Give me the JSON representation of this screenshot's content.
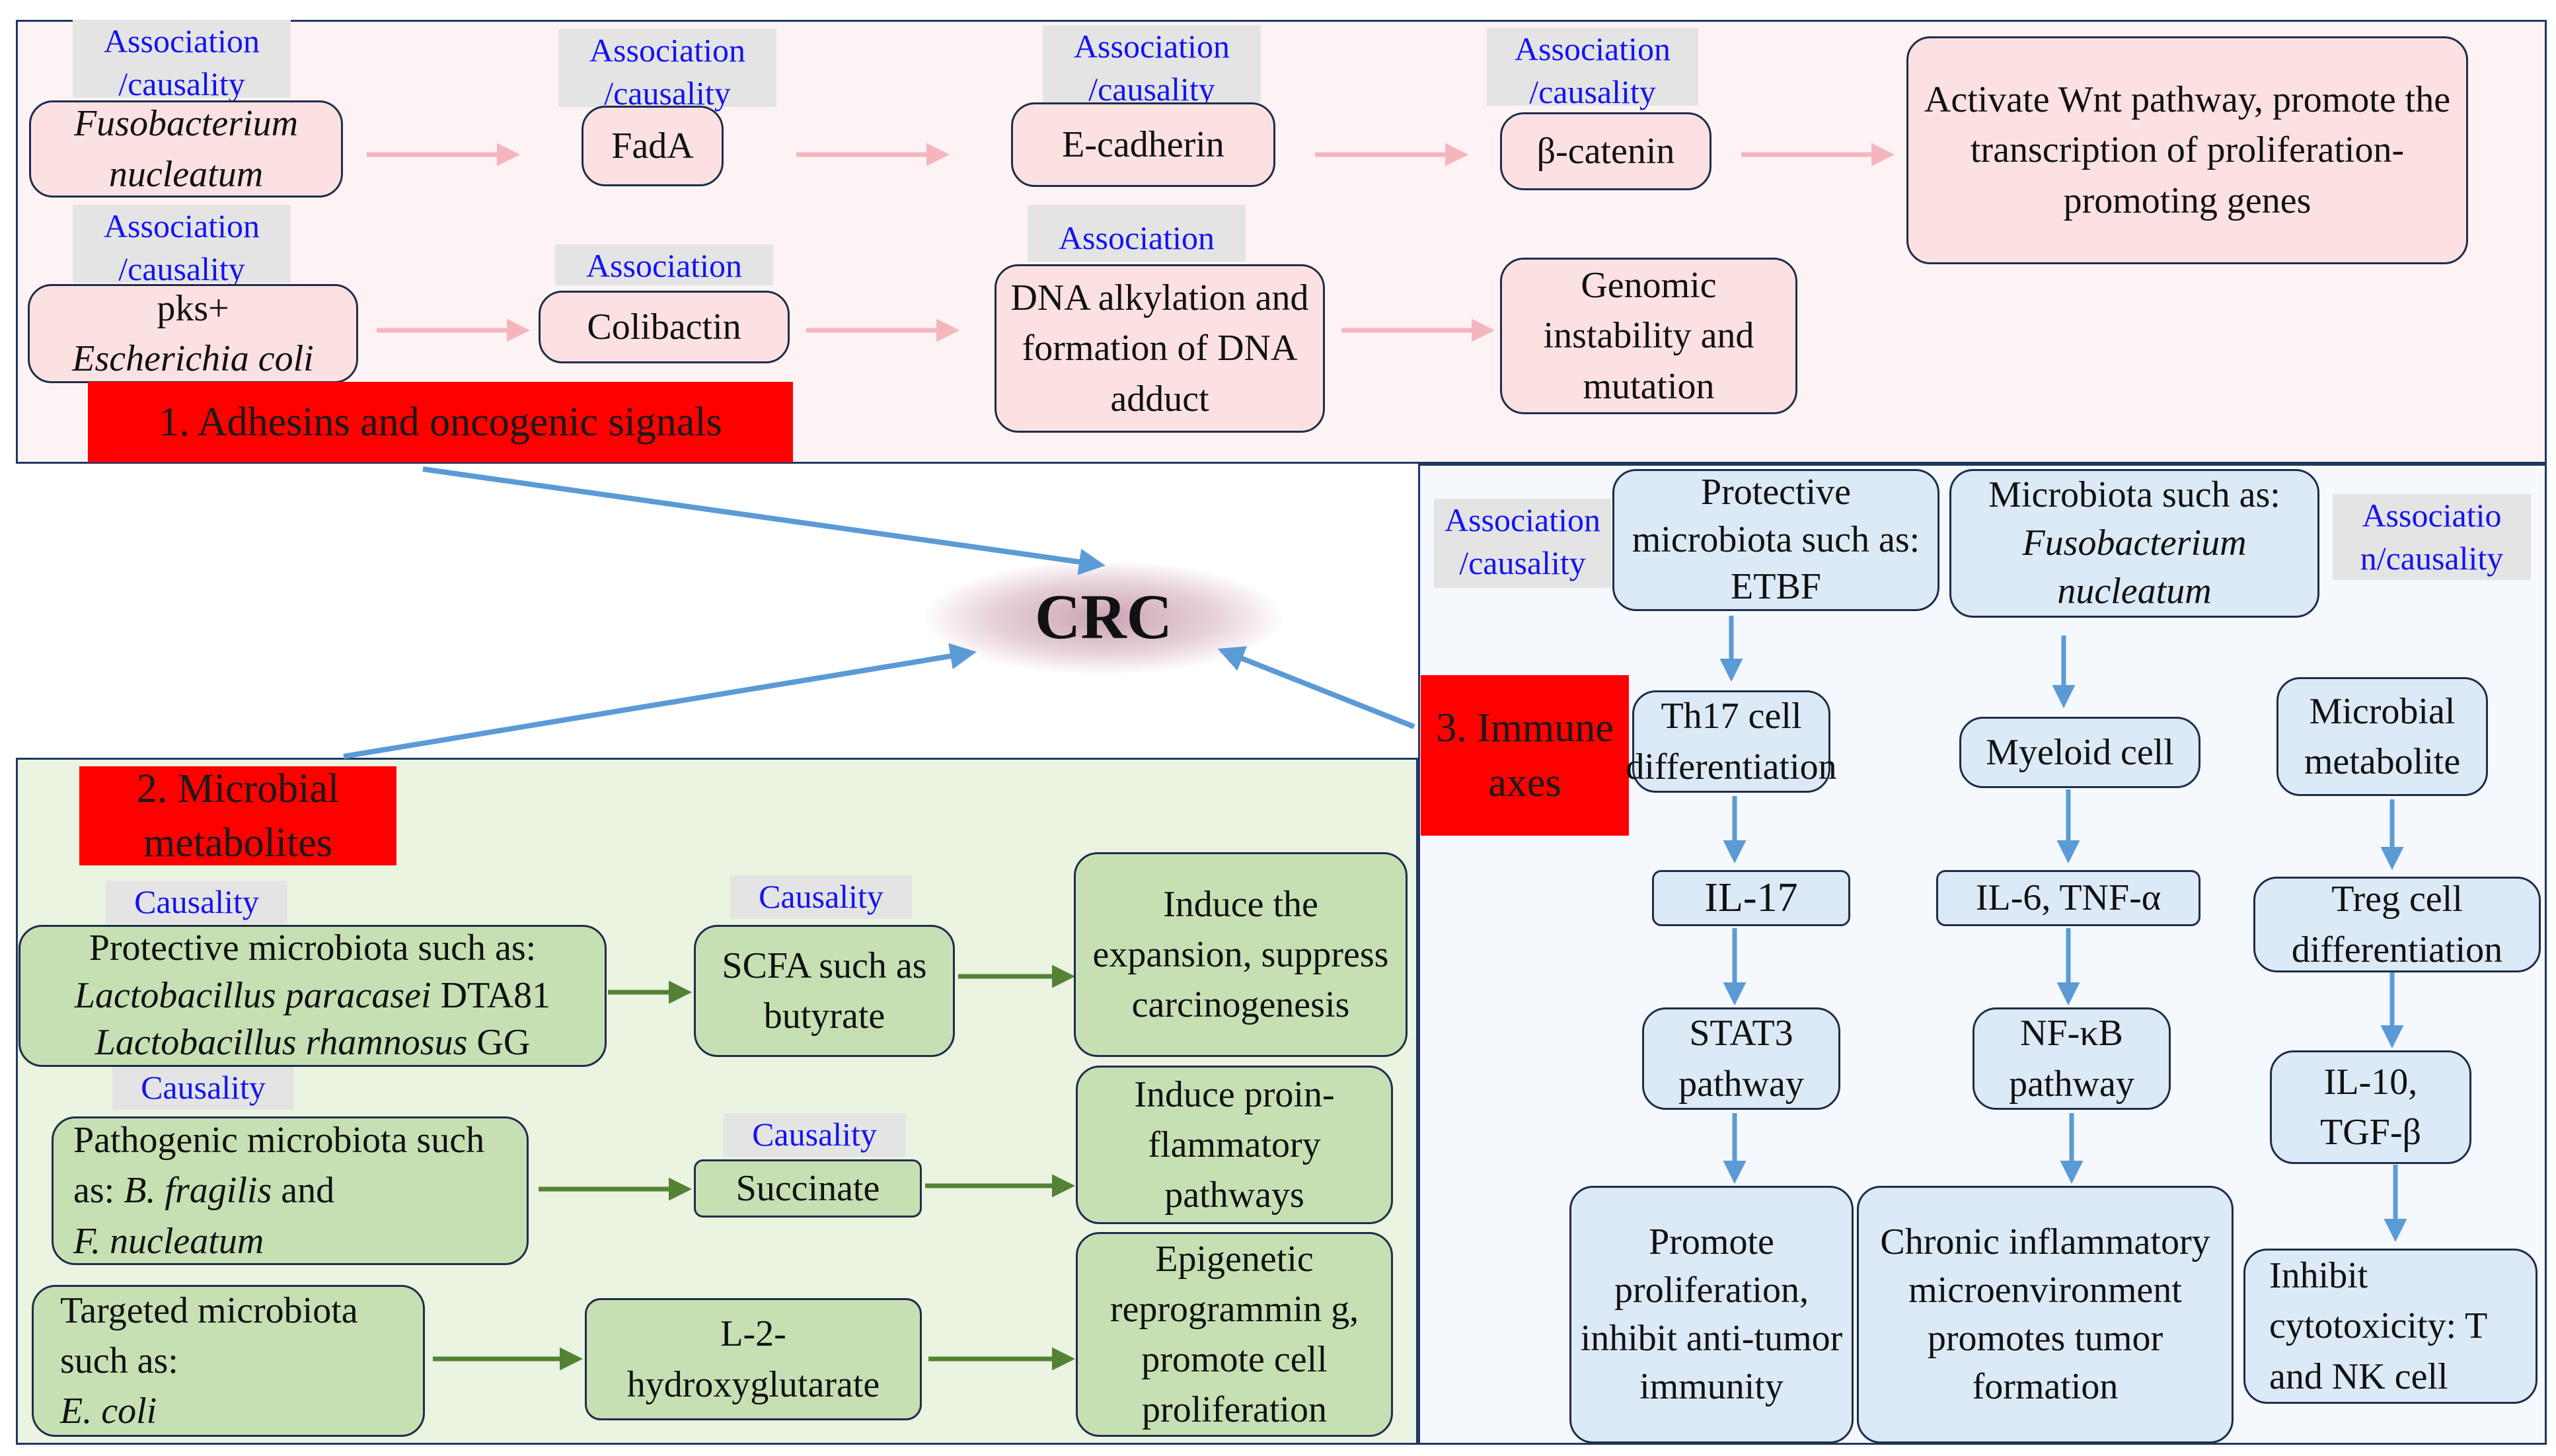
{
  "colors": {
    "pink_fill": "#fce1e3",
    "green_fill": "#c6e0b4",
    "blue_fill": "#dce9f6",
    "label_red": "#ff0000",
    "tag_text": "#1414ee",
    "pink_arrow": "#f4b6bc",
    "green_arrow": "#548235",
    "blue_arrow": "#5b9bd5"
  },
  "center": {
    "label": "CRC"
  },
  "section1": {
    "title": "1. Adhesins and oncogenic signals",
    "tags": [
      "Association\n/causality",
      "Association\n/causality",
      "Association\n/causality",
      "Association\n/causality",
      "Association\n/causality",
      "Association",
      "Association"
    ],
    "row1": {
      "fuso_a": "Fusobacterium",
      "fuso_b": "nucleatum",
      "fada": "FadA",
      "ecad": "E-cadherin",
      "bcat": "β-catenin",
      "wnt": "Activate Wnt pathway, promote the transcription of proliferation-promoting genes"
    },
    "row2": {
      "pks": "pks+",
      "ecoli": "Escherichia coli",
      "colibactin": "Colibactin",
      "dna": "DNA alkylation and formation of DNA adduct",
      "genomic": "Genomic instability and mutation"
    }
  },
  "section2": {
    "title": "2. Microbial metabolites",
    "tags": [
      "Causality",
      "Causality",
      "Causality",
      "Causality"
    ],
    "row1": {
      "prot": "Protective microbiota such as:",
      "lp": "Lactobacillus  paracasei",
      "lp_strain": "DTA81",
      "lr": "Lactobacillus  rhamnosus",
      "lr_strain": "GG",
      "scfa": "SCFA such as butyrate",
      "induce": "Induce the expansion, suppress carcinogenesis"
    },
    "row2": {
      "path": "Pathogenic microbiota such as:",
      "bf": "B. fragilis",
      "and": "and",
      "fn": "F. nucleatum",
      "succ": "Succinate",
      "proinf": "Induce proin-flammatory pathways"
    },
    "row3": {
      "targ": "Targeted microbiota such as:",
      "ec": "E. coli",
      "l2hg": "L-2-hydroxyglutarate",
      "epi": "Epigenetic reprogrammin g, promote cell proliferation"
    }
  },
  "section3": {
    "title": "3. Immune axes",
    "tags": [
      "Association\n/causality",
      "Associatio\nn/causality"
    ],
    "col1": {
      "top": "Protective microbiota such as: ETBF",
      "th17": "Th17 cell differentiation",
      "il17": "IL-17",
      "stat3": "STAT3 pathway",
      "out": "Promote proliferation, inhibit anti-tumor immunity"
    },
    "col2": {
      "top_a": "Microbiota such as:",
      "top_b": "Fusobacterium nucleatum",
      "myeloid": "Myeloid cell",
      "il6": "IL-6, TNF-α",
      "nfkb": "NF-κB pathway",
      "out": "Chronic inflammatory microenvironment promotes tumor formation"
    },
    "col3": {
      "top": "Microbial metabolite",
      "treg": "Treg cell differentiation",
      "il10": "IL-10, TGF-β",
      "out": "Inhibit cytotoxicity: T and NK cell"
    }
  }
}
